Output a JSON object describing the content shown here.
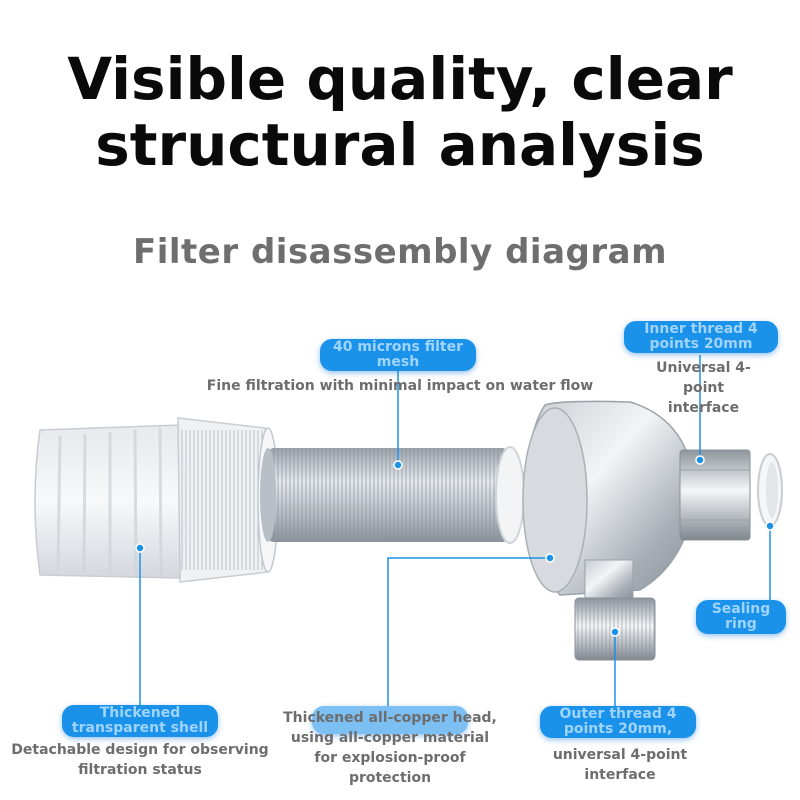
{
  "header": {
    "title_line1": "Visible quality, clear",
    "title_line2": "structural analysis",
    "subtitle": "Filter disassembly diagram"
  },
  "colors": {
    "accent": "#1a92ea",
    "title": "#0a0a0a",
    "subtitle": "#6e6e6e",
    "description": "#6d6d6d"
  },
  "callouts": {
    "mesh": {
      "label": "40 microns filter mesh",
      "desc": "Fine filtration with minimal impact on water flow"
    },
    "inner_thread": {
      "label": "Inner thread 4 points 20mm",
      "desc": "Universal 4-point interface"
    },
    "sealing_ring": {
      "label": "Sealing ring"
    },
    "shell": {
      "label": "Thickened transparent shell",
      "desc": "Detachable design for observing filtration status"
    },
    "head": {
      "label": "Thickened all-copper head, using all-copper material for explosion-proof protection"
    },
    "outer_thread": {
      "label": "Outer thread 4 points 20mm,",
      "desc": "universal 4-point interface"
    }
  }
}
